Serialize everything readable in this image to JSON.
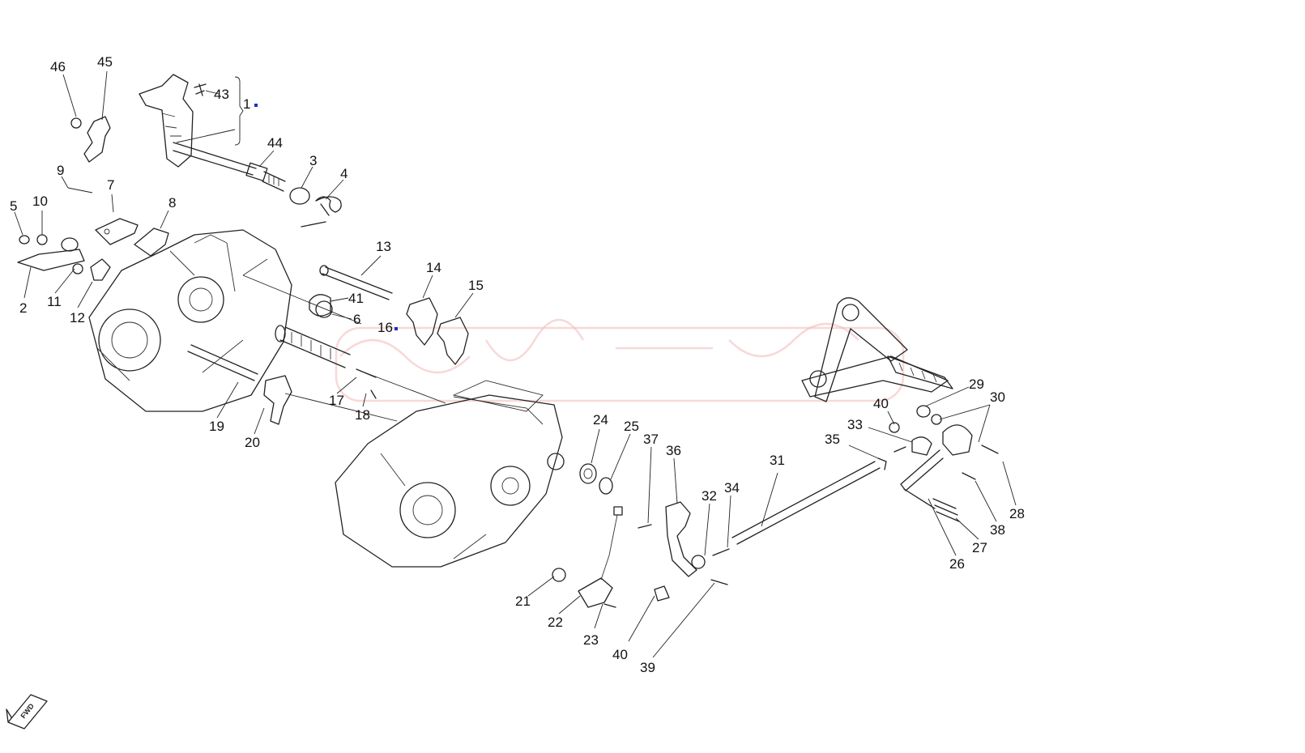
{
  "diagram": {
    "labels": [
      {
        "id": "46",
        "text": "46"
      },
      {
        "id": "45",
        "text": "45"
      },
      {
        "id": "43",
        "text": "43"
      },
      {
        "id": "1",
        "text": "1"
      },
      {
        "id": "44",
        "text": "44"
      },
      {
        "id": "3",
        "text": "3"
      },
      {
        "id": "4",
        "text": "4"
      },
      {
        "id": "9",
        "text": "9"
      },
      {
        "id": "7",
        "text": "7"
      },
      {
        "id": "10",
        "text": "10"
      },
      {
        "id": "5",
        "text": "5"
      },
      {
        "id": "8",
        "text": "8"
      },
      {
        "id": "2",
        "text": "2"
      },
      {
        "id": "11",
        "text": "11"
      },
      {
        "id": "12",
        "text": "12"
      },
      {
        "id": "13",
        "text": "13"
      },
      {
        "id": "14",
        "text": "14"
      },
      {
        "id": "15",
        "text": "15"
      },
      {
        "id": "41",
        "text": "41"
      },
      {
        "id": "6",
        "text": "6"
      },
      {
        "id": "16",
        "text": "16"
      },
      {
        "id": "17",
        "text": "17"
      },
      {
        "id": "18",
        "text": "18"
      },
      {
        "id": "19",
        "text": "19"
      },
      {
        "id": "20",
        "text": "20"
      },
      {
        "id": "24",
        "text": "24"
      },
      {
        "id": "25",
        "text": "25"
      },
      {
        "id": "37",
        "text": "37"
      },
      {
        "id": "36",
        "text": "36"
      },
      {
        "id": "32",
        "text": "32"
      },
      {
        "id": "34",
        "text": "34"
      },
      {
        "id": "31",
        "text": "31"
      },
      {
        "id": "35",
        "text": "35"
      },
      {
        "id": "33",
        "text": "33"
      },
      {
        "id": "40a",
        "text": "40"
      },
      {
        "id": "29",
        "text": "29"
      },
      {
        "id": "30",
        "text": "30"
      },
      {
        "id": "28",
        "text": "28"
      },
      {
        "id": "38",
        "text": "38"
      },
      {
        "id": "27",
        "text": "27"
      },
      {
        "id": "26",
        "text": "26"
      },
      {
        "id": "21",
        "text": "21"
      },
      {
        "id": "22",
        "text": "22"
      },
      {
        "id": "23",
        "text": "23"
      },
      {
        "id": "40b",
        "text": "40"
      },
      {
        "id": "39",
        "text": "39"
      }
    ],
    "fwd_badge": "FWD",
    "colors": {
      "ink": "#222222",
      "watermark": "#f2b8b8",
      "marker": "#1a2fc9"
    }
  }
}
